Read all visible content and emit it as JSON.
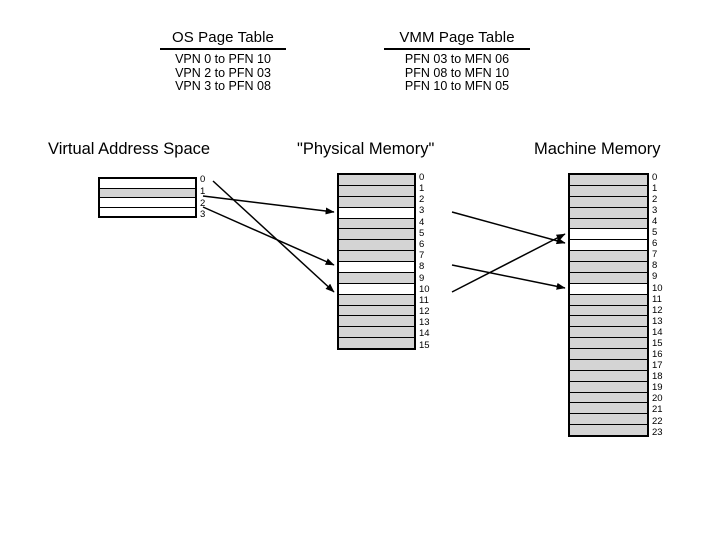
{
  "os_page_table": {
    "title": "OS Page Table",
    "entries": [
      "VPN 0 to PFN 10",
      "VPN 2 to PFN 03",
      "VPN 3 to PFN 08"
    ]
  },
  "vmm_page_table": {
    "title": "VMM Page Table",
    "entries": [
      "PFN 03 to MFN 06",
      "PFN 08 to MFN 10",
      "PFN 10 to MFN 05"
    ]
  },
  "sections": {
    "virtual_address_space": "Virtual Address Space",
    "physical_memory": "\"Physical Memory\"",
    "machine_memory": "Machine Memory"
  },
  "colors": {
    "used_frame": "#d4d4d4",
    "free_frame": "#ffffff",
    "border": "#000000",
    "arrow": "#000000"
  },
  "virtual_address_space": {
    "count": 4,
    "labels": [
      "0",
      "1",
      "2",
      "3"
    ],
    "used": [
      false,
      true,
      false,
      false
    ]
  },
  "physical_memory": {
    "count": 16,
    "labels": [
      "0",
      "1",
      "2",
      "3",
      "4",
      "5",
      "6",
      "7",
      "8",
      "9",
      "10",
      "11",
      "12",
      "13",
      "14",
      "15"
    ],
    "used": [
      true,
      true,
      true,
      false,
      true,
      true,
      true,
      true,
      false,
      true,
      false,
      true,
      true,
      true,
      true,
      true
    ]
  },
  "machine_memory": {
    "count": 24,
    "labels": [
      "0",
      "1",
      "2",
      "3",
      "4",
      "5",
      "6",
      "7",
      "8",
      "9",
      "10",
      "11",
      "12",
      "13",
      "14",
      "15",
      "16",
      "17",
      "18",
      "19",
      "20",
      "21",
      "22",
      "23"
    ],
    "used": [
      true,
      true,
      true,
      true,
      true,
      false,
      false,
      true,
      true,
      true,
      false,
      true,
      true,
      true,
      true,
      true,
      true,
      true,
      true,
      true,
      true,
      true,
      true,
      true
    ]
  },
  "mappings": {
    "os": [
      {
        "from": "VPN 0",
        "to": "PFN 10"
      },
      {
        "from": "VPN 2",
        "to": "PFN 03"
      },
      {
        "from": "VPN 3",
        "to": "PFN 08"
      }
    ],
    "vmm": [
      {
        "from": "PFN 03",
        "to": "MFN 06"
      },
      {
        "from": "PFN 08",
        "to": "MFN 10"
      },
      {
        "from": "PFN 10",
        "to": "MFN 05"
      }
    ]
  }
}
